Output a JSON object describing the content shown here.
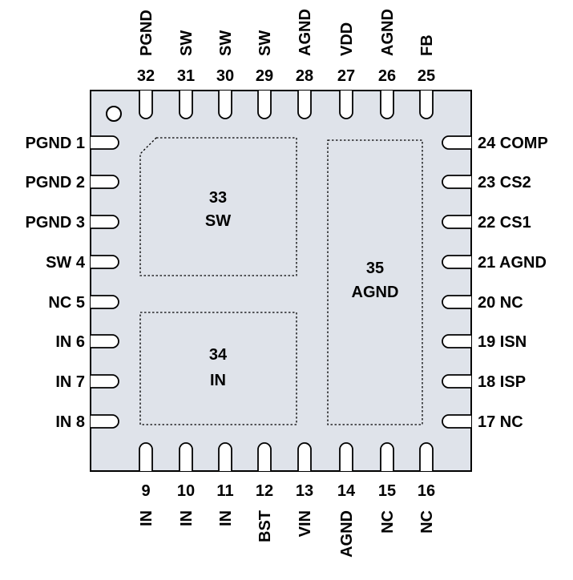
{
  "colors": {
    "body_fill": "#dfe3ea",
    "outline": "#000000",
    "pad_fill": "#ffffff"
  },
  "pins_left": [
    {
      "num": "1",
      "name": "PGND"
    },
    {
      "num": "2",
      "name": "PGND"
    },
    {
      "num": "3",
      "name": "PGND"
    },
    {
      "num": "4",
      "name": "SW"
    },
    {
      "num": "5",
      "name": "NC"
    },
    {
      "num": "6",
      "name": "IN"
    },
    {
      "num": "7",
      "name": "IN"
    },
    {
      "num": "8",
      "name": "IN"
    }
  ],
  "pins_bottom": [
    {
      "num": "9",
      "name": "IN"
    },
    {
      "num": "10",
      "name": "IN"
    },
    {
      "num": "11",
      "name": "IN"
    },
    {
      "num": "12",
      "name": "BST"
    },
    {
      "num": "13",
      "name": "VIN"
    },
    {
      "num": "14",
      "name": "AGND"
    },
    {
      "num": "15",
      "name": "NC"
    },
    {
      "num": "16",
      "name": "NC"
    }
  ],
  "pins_right": [
    {
      "num": "17",
      "name": "NC"
    },
    {
      "num": "18",
      "name": "ISP"
    },
    {
      "num": "19",
      "name": "ISN"
    },
    {
      "num": "20",
      "name": "NC"
    },
    {
      "num": "21",
      "name": "AGND"
    },
    {
      "num": "22",
      "name": "CS1"
    },
    {
      "num": "23",
      "name": "CS2"
    },
    {
      "num": "24",
      "name": "COMP"
    }
  ],
  "pins_top": [
    {
      "num": "25",
      "name": "FB"
    },
    {
      "num": "26",
      "name": "AGND"
    },
    {
      "num": "27",
      "name": "VDD"
    },
    {
      "num": "28",
      "name": "AGND"
    },
    {
      "num": "29",
      "name": "SW"
    },
    {
      "num": "30",
      "name": "SW"
    },
    {
      "num": "31",
      "name": "SW"
    },
    {
      "num": "32",
      "name": "PGND"
    }
  ],
  "exposed_pads": [
    {
      "id": "33",
      "num": "33",
      "name": "SW"
    },
    {
      "id": "34",
      "num": "34",
      "name": "IN"
    },
    {
      "id": "35",
      "num": "35",
      "name": "AGND"
    }
  ]
}
